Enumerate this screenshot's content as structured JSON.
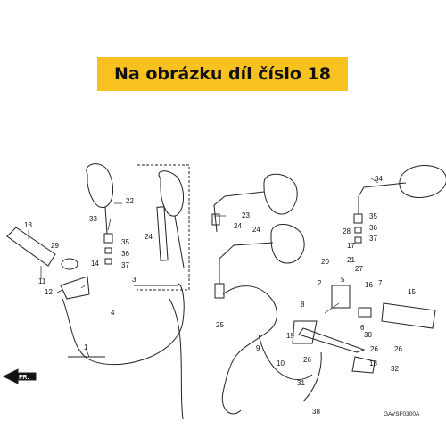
{
  "banner": {
    "text": "Na obrázku díl číslo 18",
    "color": "#f7c21f"
  },
  "diagram": {
    "code": "GAVSF0300A",
    "front_marker": "FR.",
    "callouts": [
      "1",
      "2",
      "3",
      "4",
      "5",
      "6",
      "7",
      "8",
      "9",
      "10",
      "11",
      "12",
      "13",
      "14",
      "15",
      "16",
      "17",
      "18",
      "19",
      "20",
      "21",
      "22",
      "23",
      "24",
      "25",
      "26",
      "27",
      "28",
      "29",
      "30",
      "31",
      "32",
      "33",
      "34",
      "35",
      "36",
      "37",
      "38"
    ],
    "callouts_repeat": [
      "24",
      "24",
      "35",
      "36",
      "37",
      "26",
      "26"
    ]
  }
}
